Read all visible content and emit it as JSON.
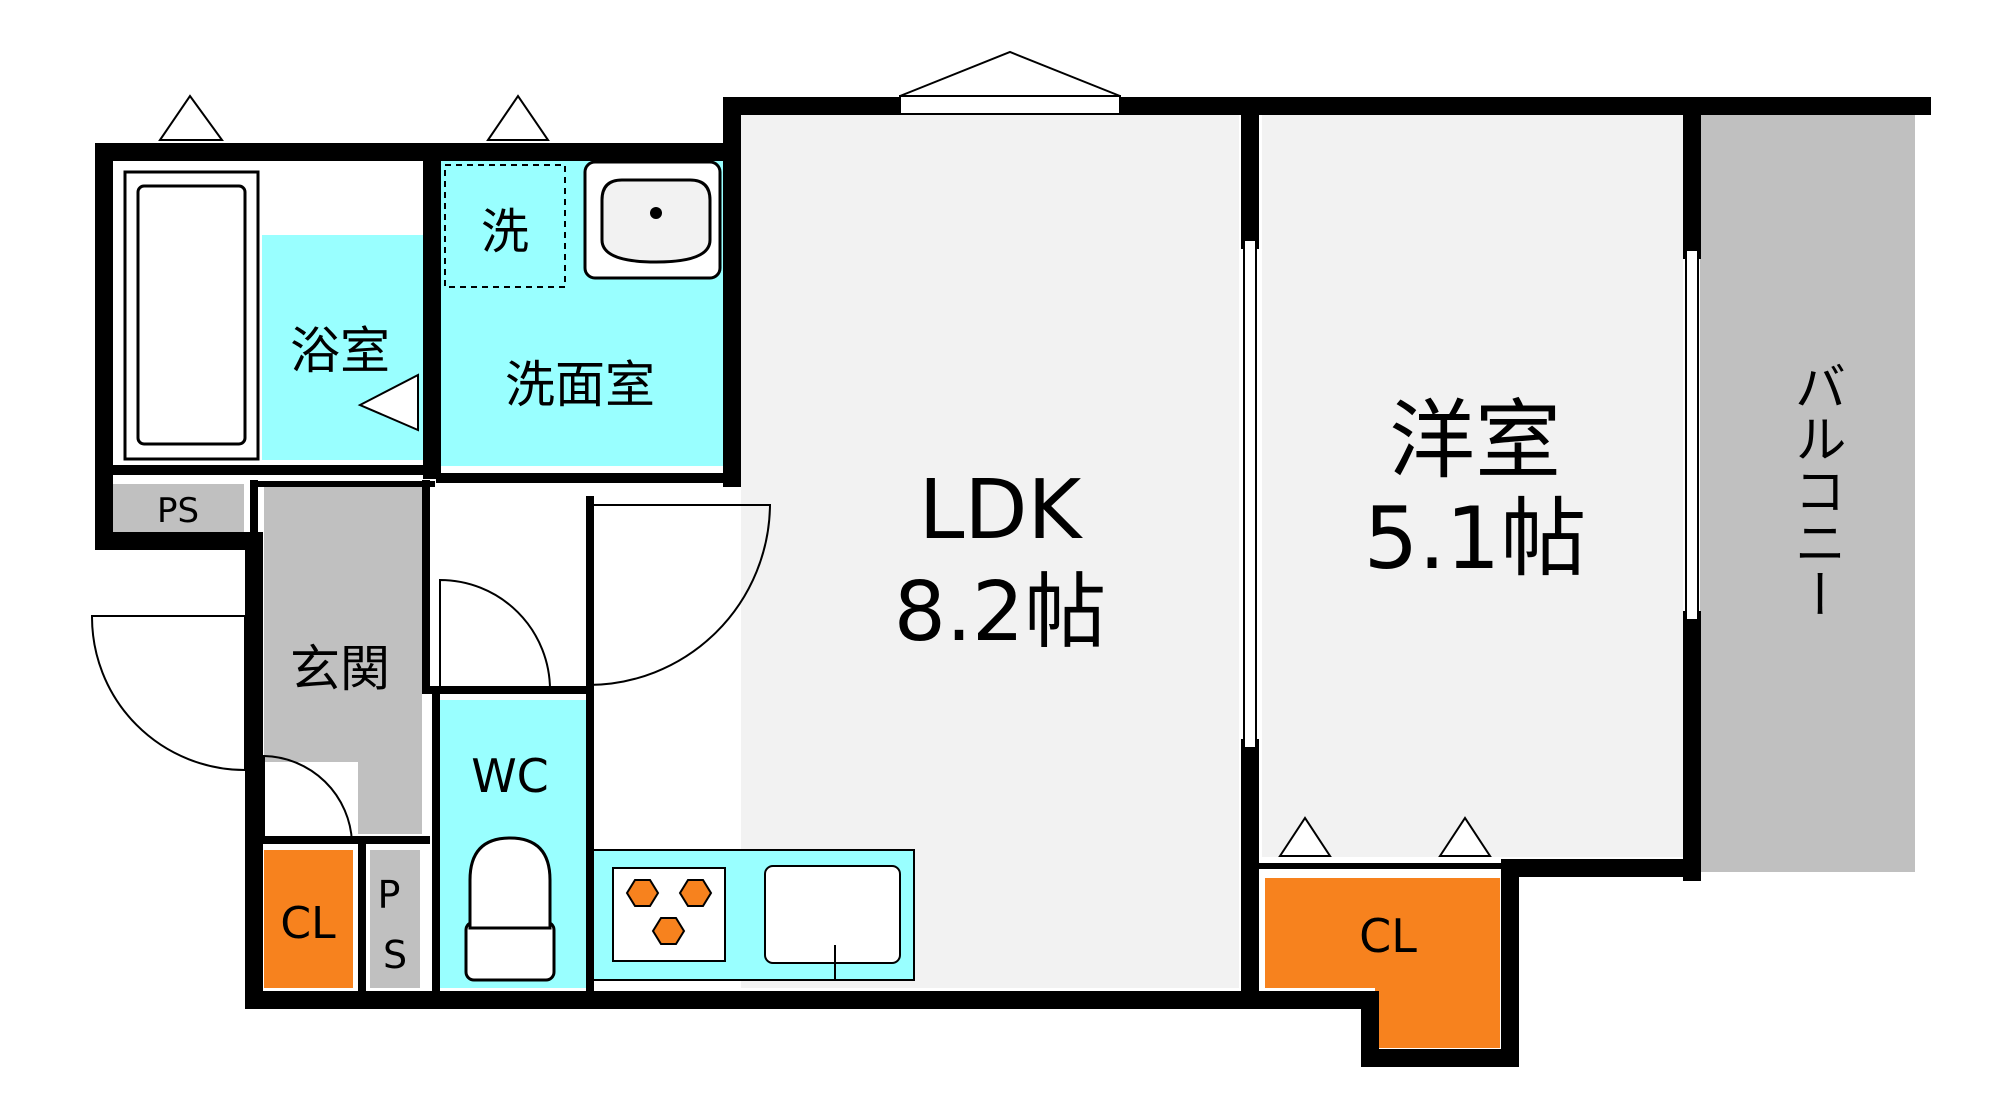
{
  "colors": {
    "wall": "#000000",
    "wet_area": "#99ffff",
    "closet": "#f7821e",
    "gray_area": "#c0c0c0",
    "floor": "#f2f2f2",
    "background": "#ffffff"
  },
  "rooms": {
    "bath": {
      "label": "浴室"
    },
    "washroom": {
      "label": "洗面室"
    },
    "washer": {
      "label": "洗"
    },
    "ldk": {
      "label": "LDK",
      "size": "8.2帖"
    },
    "western": {
      "label": "洋室",
      "size": "5.1帖"
    },
    "balcony": {
      "label": "バルコニー"
    },
    "entrance": {
      "label": "玄関"
    },
    "wc": {
      "label": "WC"
    },
    "ps_top": {
      "label": "PS"
    },
    "ps_bottom": {
      "label": "P S"
    },
    "cl_entrance": {
      "label": "CL"
    },
    "cl_western": {
      "label": "CL"
    }
  }
}
